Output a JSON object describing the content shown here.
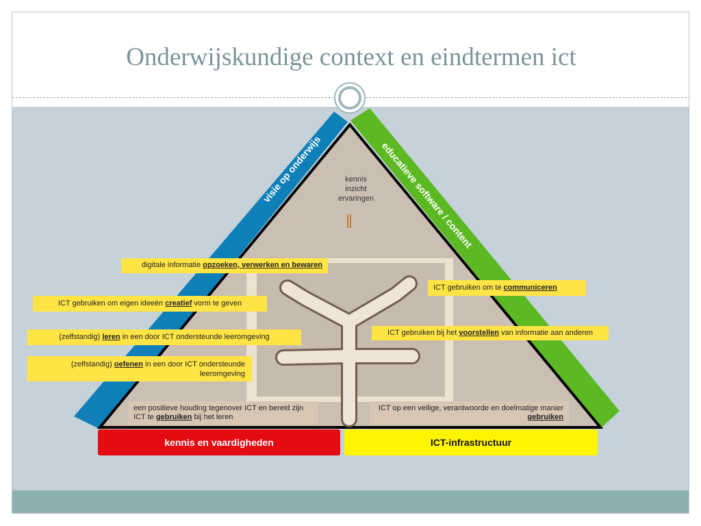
{
  "title": "Onderwijskundige context en eindtermen ict",
  "sides": {
    "left": "visie op onderwijs",
    "right": "educatieve software / content"
  },
  "top_block": [
    "kennis",
    "inzicht",
    "ervaringen"
  ],
  "labels": [
    {
      "pre": "digitale informatie ",
      "key": "opzoeken, verwerken en bewaren",
      "post": ""
    },
    {
      "pre": "ICT gebruiken om eigen ideeën ",
      "key": "creatief",
      "post": " vorm te geven"
    },
    {
      "pre": "(zelfstandig) ",
      "key": "leren",
      "post": " in een door ICT ondersteunde leeromgeving"
    },
    {
      "pre": "(zelfstandig)  ",
      "key": "oefenen",
      "post": " in een door ICT ondersteunde leeromgeving"
    },
    {
      "pre": "ICT gebruiken om te ",
      "key": "communiceren",
      "post": ""
    },
    {
      "pre": "ICT gebruiken bij het ",
      "key": "voorstellen",
      "post": " van informatie aan anderen"
    },
    {
      "pre": "een positieve houding tegenover ICT en bereid zijn ICT te ",
      "key": "gebruiken",
      "post": " bij het leren"
    },
    {
      "pre": "ICT op een veilige, verantwoorde en doelmatige manier ",
      "key": "gebruiken",
      "post": ""
    }
  ],
  "base": {
    "left": "kennis en vaardigheden",
    "right": "ICT-infrastructuur"
  },
  "colors": {
    "blue_side": "#0f7fb8",
    "green_side": "#5cb823",
    "red_base": "#e40b13",
    "yellow_base": "#fff500",
    "label_yellow": "#ffe446"
  }
}
